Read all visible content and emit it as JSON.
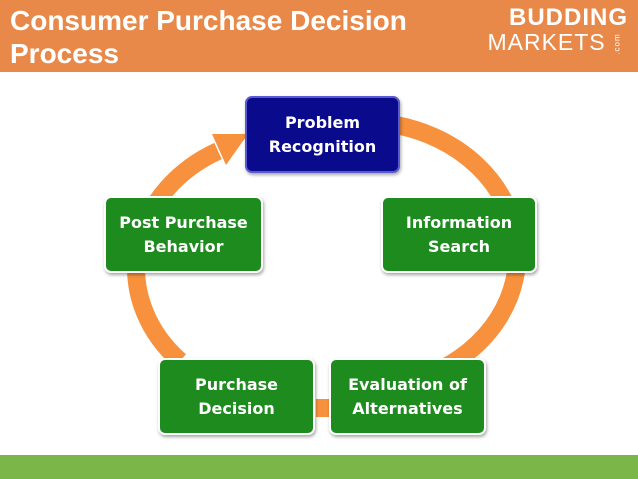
{
  "header": {
    "title": "Consumer Purchase Decision Process",
    "logo_line1": "BUDDING",
    "logo_line2": "MARKETS",
    "logo_suffix": ".com",
    "background_color": "#e8894a"
  },
  "diagram": {
    "type": "cycle",
    "arrow_color": "#f7913d",
    "steps": [
      {
        "label": "Problem\nRecognition",
        "color": "#0a0a8c"
      },
      {
        "label": "Information\nSearch",
        "color": "#1d8b1d"
      },
      {
        "label": "Evaluation of\nAlternatives",
        "color": "#1d8b1d"
      },
      {
        "label": "Purchase\nDecision",
        "color": "#1d8b1d"
      },
      {
        "label": "Post Purchase\nBehavior",
        "color": "#1d8b1d"
      }
    ]
  },
  "footer": {
    "bar_color": "#7ab648"
  }
}
